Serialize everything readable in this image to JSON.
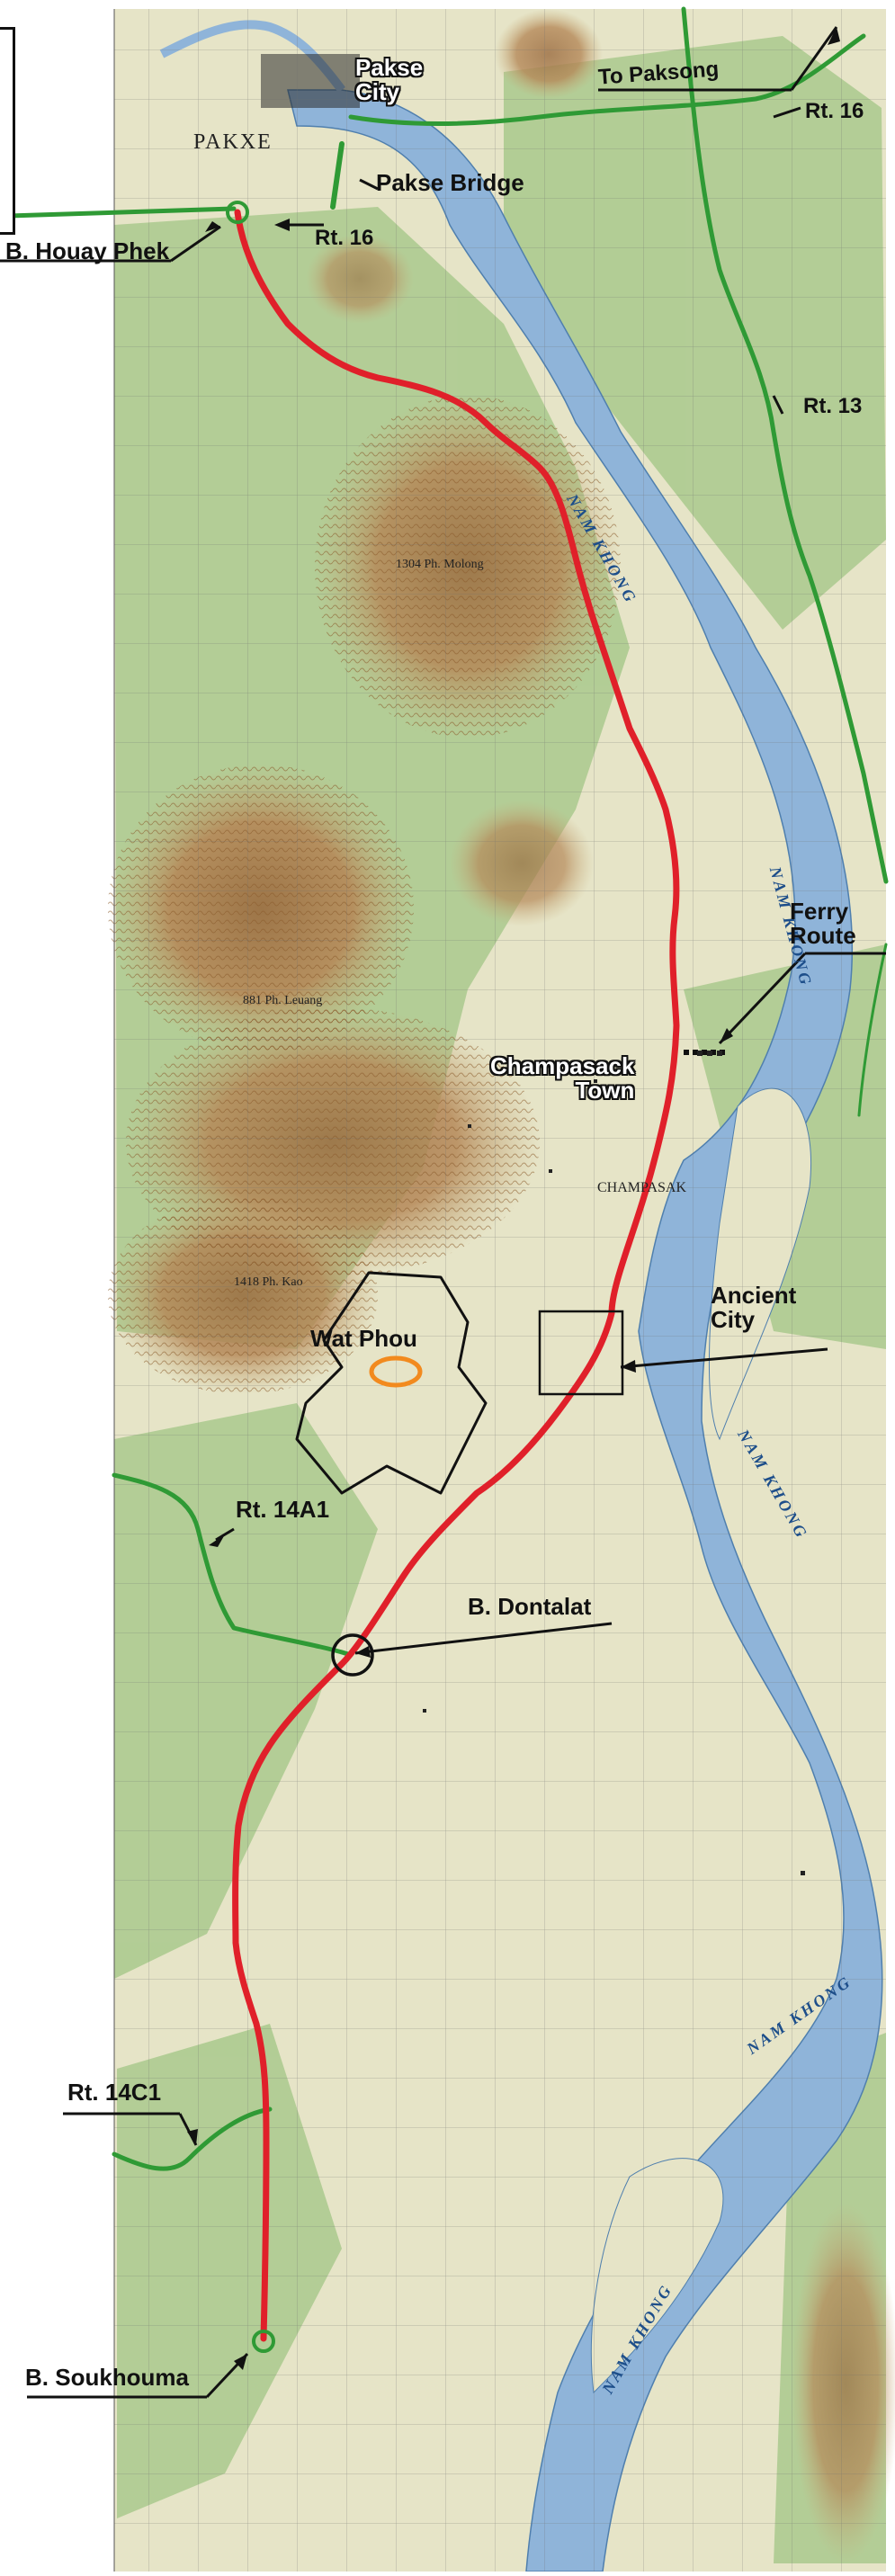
{
  "map": {
    "colors": {
      "route_main": "#e0202a",
      "route_secondary": "#2f9a35",
      "river": "#8fb4d9",
      "terrain_relief": "#b58858",
      "vegetation": "#a7c98b",
      "callout": "#111111",
      "wat_phou_marker": "#f28a1e"
    },
    "labels": {
      "pakse_city": "Pakse\nCity",
      "pakxe": "PAKXE",
      "to_paksong": "To Paksong",
      "rt16_east": "Rt. 16",
      "pakse_bridge": "Pakse Bridge",
      "b_houay_phek": "B. Houay Phek",
      "rt16_west": "Rt. 16",
      "rt13": "Rt. 13",
      "ferry_route": "Ferry\nRoute",
      "champasack_town": "Champasack\nTown",
      "champasak_map": "CHAMPASAK",
      "ancient_city": "Ancient\nCity",
      "wat_phou": "Wat Phou",
      "rt14a1": "Rt. 14A1",
      "b_dontalat": "B. Dontalat",
      "rt14c1": "Rt. 14C1",
      "b_soukhouma": "B. Soukhouma"
    },
    "river_labels": [
      "NAM KHONG",
      "NAM KHONG",
      "NAM KHONG",
      "NAM KHONG",
      "NAM KHONG"
    ],
    "peaks": [
      "1304 Ph. Molong",
      "1418 Ph. Kao",
      "881 Ph. Leuang"
    ]
  }
}
